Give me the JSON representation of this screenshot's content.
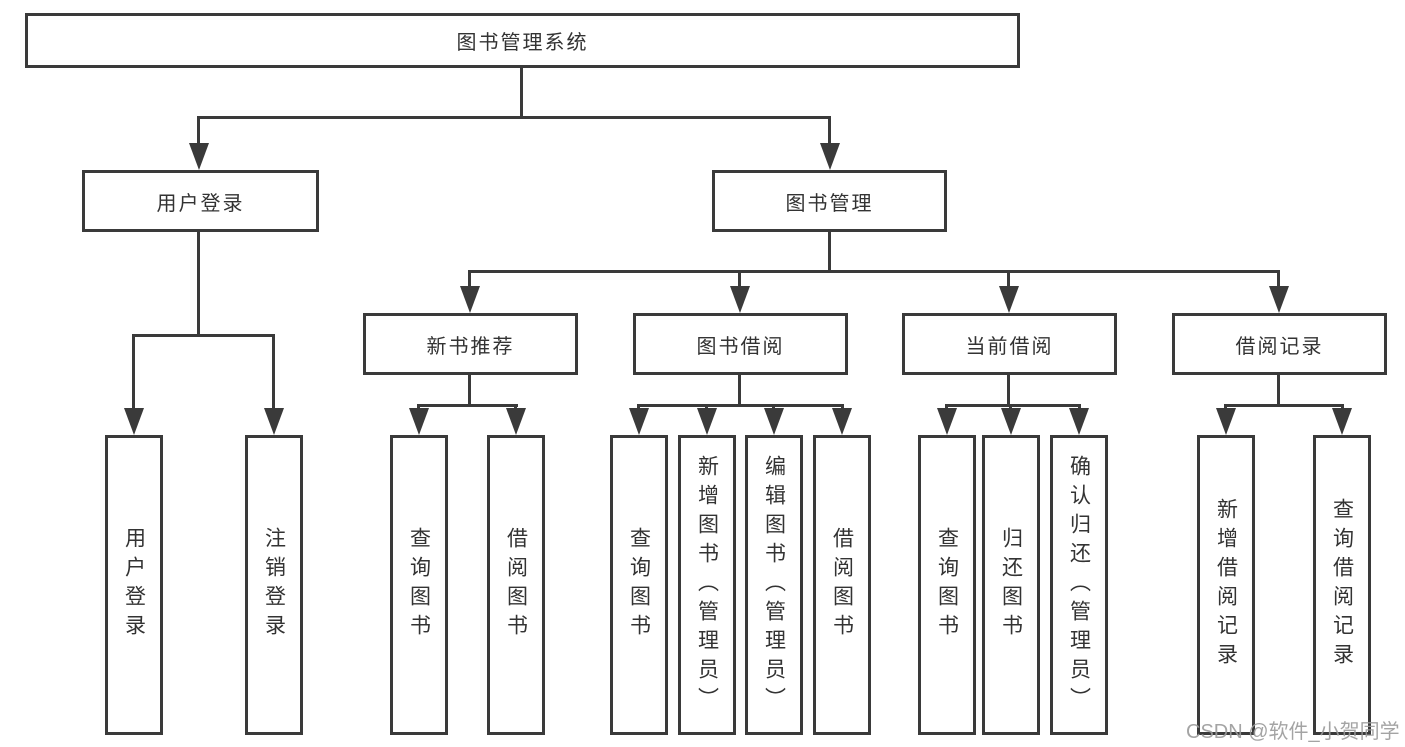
{
  "diagram": {
    "title": "图书管理系统",
    "type": "hierarchy-diagram",
    "colors": {
      "line": "#3a3a3a",
      "text": "#333333",
      "background": "#ffffff",
      "watermark": "#9b9b9b"
    },
    "nodes": {
      "root": {
        "label": "图书管理系统"
      },
      "user_login": {
        "label": "用户登录"
      },
      "book_mgmt": {
        "label": "图书管理"
      },
      "ul_login": {
        "label": "用户登录"
      },
      "ul_logout": {
        "label": "注销登录"
      },
      "new_book_rec": {
        "label": "新书推荐"
      },
      "book_borrow": {
        "label": "图书借阅"
      },
      "current_borrow": {
        "label": "当前借阅"
      },
      "borrow_record": {
        "label": "借阅记录"
      },
      "nbr_query": {
        "label": "查询图书"
      },
      "nbr_borrow": {
        "label": "借阅图书"
      },
      "bb_query": {
        "label": "查询图书"
      },
      "bb_add": {
        "label": "新增图书（管理员）"
      },
      "bb_edit": {
        "label": "编辑图书（管理员）"
      },
      "bb_borrow": {
        "label": "借阅图书"
      },
      "cb_query": {
        "label": "查询图书"
      },
      "cb_return": {
        "label": "归还图书"
      },
      "cb_confirm": {
        "label": "确认归还（管理员）"
      },
      "br_add": {
        "label": "新增借阅记录"
      },
      "br_query": {
        "label": "查询借阅记录"
      }
    },
    "edges": [
      {
        "from": "图书管理系统",
        "to": "用户登录"
      },
      {
        "from": "图书管理系统",
        "to": "图书管理"
      },
      {
        "from": "用户登录",
        "to": "用户登录"
      },
      {
        "from": "用户登录",
        "to": "注销登录"
      },
      {
        "from": "图书管理",
        "to": "新书推荐"
      },
      {
        "from": "图书管理",
        "to": "图书借阅"
      },
      {
        "from": "图书管理",
        "to": "当前借阅"
      },
      {
        "from": "图书管理",
        "to": "借阅记录"
      },
      {
        "from": "新书推荐",
        "to": "查询图书"
      },
      {
        "from": "新书推荐",
        "to": "借阅图书"
      },
      {
        "from": "图书借阅",
        "to": "查询图书"
      },
      {
        "from": "图书借阅",
        "to": "新增图书（管理员）"
      },
      {
        "from": "图书借阅",
        "to": "编辑图书（管理员）"
      },
      {
        "from": "图书借阅",
        "to": "借阅图书"
      },
      {
        "from": "当前借阅",
        "to": "查询图书"
      },
      {
        "from": "当前借阅",
        "to": "归还图书"
      },
      {
        "from": "当前借阅",
        "to": "确认归还（管理员）"
      },
      {
        "from": "借阅记录",
        "to": "新增借阅记录"
      },
      {
        "from": "借阅记录",
        "to": "查询借阅记录"
      }
    ]
  },
  "watermark": {
    "text": "CSDN @软件_小贺同学"
  }
}
